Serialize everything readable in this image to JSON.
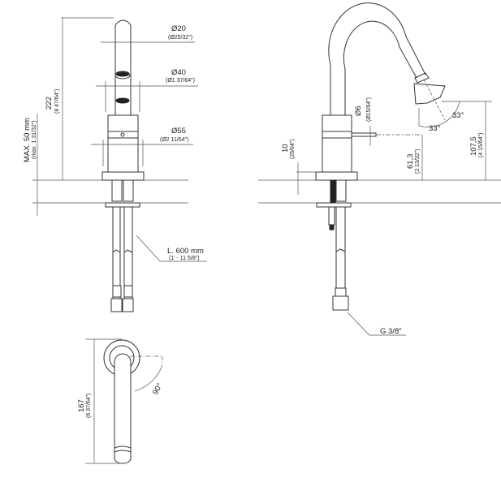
{
  "front_view": {
    "dia_spout": "Ø20",
    "dia_spout_in": "(Ø25/32\")",
    "dia_ring": "Ø40",
    "dia_ring_in": "(Ø1 37/64\")",
    "dia_body": "Ø55",
    "dia_body_in": "(Ø2 11/64\")",
    "height": "222",
    "height_in": "(8 47/64\")",
    "max_thickness": "MAX. 50 mm",
    "max_thickness_in": "(max. 1 31/32\")",
    "hose_length": "L. 600 mm",
    "hose_length_in": "(1' - 11 5/8\")"
  },
  "side_view": {
    "dia_lever": "Ø6",
    "dia_lever_in": "(Ø15/64\")",
    "base_height": "10",
    "base_height_in": "(25/64\")",
    "lever_height": "61,3",
    "lever_height_in": "(2 13/32\")",
    "outlet_height": "107,5",
    "outlet_height_in": "(4 15/64\")",
    "angle_1": "33°",
    "angle_2": "33°",
    "thread": "G 3/8\""
  },
  "top_view": {
    "length": "167",
    "length_in": "(6 37/64\")",
    "rotation": "90°"
  }
}
